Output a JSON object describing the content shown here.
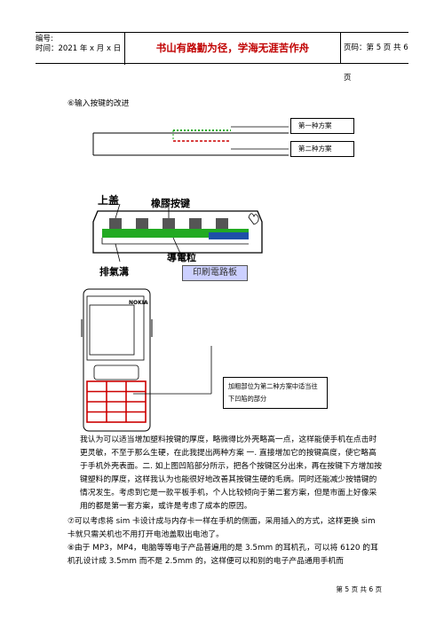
{
  "header": {
    "code_label": "编号:",
    "time_label": "时间：2021 年 x 月 x 日",
    "motto": "书山有路勤为径，学海无涯苦作舟",
    "page_info": "页码：第 5 页 共 6 页"
  },
  "section_title": "⑥输入按键的改进",
  "diagram1": {
    "box_plan1": "第一种方案",
    "box_plan2": "第二种方案"
  },
  "diagram2": {
    "label_top_cover": "上盖",
    "label_rubber_key": "橡膠按键",
    "label_vent": "排氣溝",
    "label_conductive": "導電粒",
    "label_pcb": "印刷電路板"
  },
  "phone": {
    "brand": "NOKIA",
    "callout": "加粗部位为第二种方案中适当往下凹陷的部分"
  },
  "paragraphs": {
    "p1": "我认为可以适当增加塑料按键的厚度，略微得比外壳略高一点，这样能使手机在点击时更灵敏，不至于那么生硬，在此我提出两种方案 一. 直接增加它的按键高度，使它略高于手机外壳表面。二. 如上图凹陷部分所示，把各个按键区分出来，再在按键下方增加按键塑料的厚度，这样我认为也能很好地改善其按键生硬的毛病。同时还能减少按错键的情况发生。考虑到它是一款平板手机，个人比较倾向于第二套方案，但是市面上好像采用的都是第一套方案，或许是考虑了成本的原因。",
    "p2": "⑦可以考虑将 sim 卡设计成与内存卡一样在手机的侧面，采用插入的方式，这样更换 sim 卡就只需关机也不用打开电池盖取出电池了。",
    "p3": "⑧由于 MP3，MP4，电脑等等电子产品普遍用的是 3.5mm 的耳机孔，可以将 6120 的耳机孔设计成 3.5mm 而不是 2.5mm 的，这样便可以和别的电子产品通用手机而"
  },
  "footer": "第 5 页 共 6 页"
}
